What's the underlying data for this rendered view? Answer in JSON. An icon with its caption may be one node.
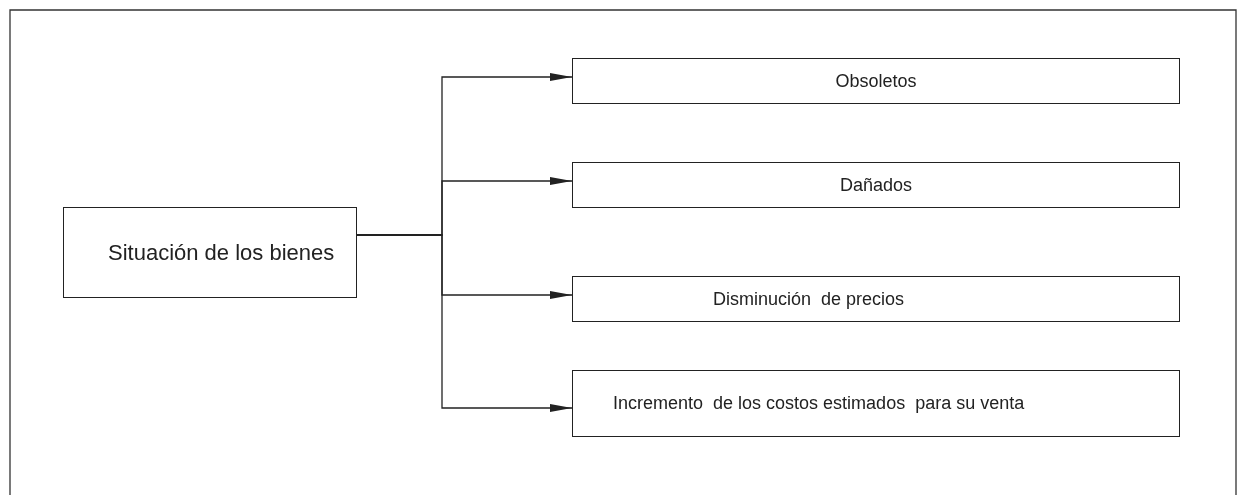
{
  "diagram": {
    "nodes": [
      {
        "text": [
          "Situación de los bienes"
        ]
      },
      {
        "text": [
          "Obsoletos"
        ]
      },
      {
        "text": [
          "Dañados"
        ]
      },
      {
        "text": [
          "Disminución  de precios"
        ]
      },
      {
        "text": [
          "Incremento  de los costos estimados  para su venta"
        ]
      }
    ],
    "edges": [
      {
        "from": 0,
        "to": 1,
        "arrow": "to"
      },
      {
        "from": 0,
        "to": 2,
        "arrow": "to"
      },
      {
        "from": 0,
        "to": 3,
        "arrow": "to"
      },
      {
        "from": 0,
        "to": 4,
        "arrow": "to"
      }
    ]
  }
}
